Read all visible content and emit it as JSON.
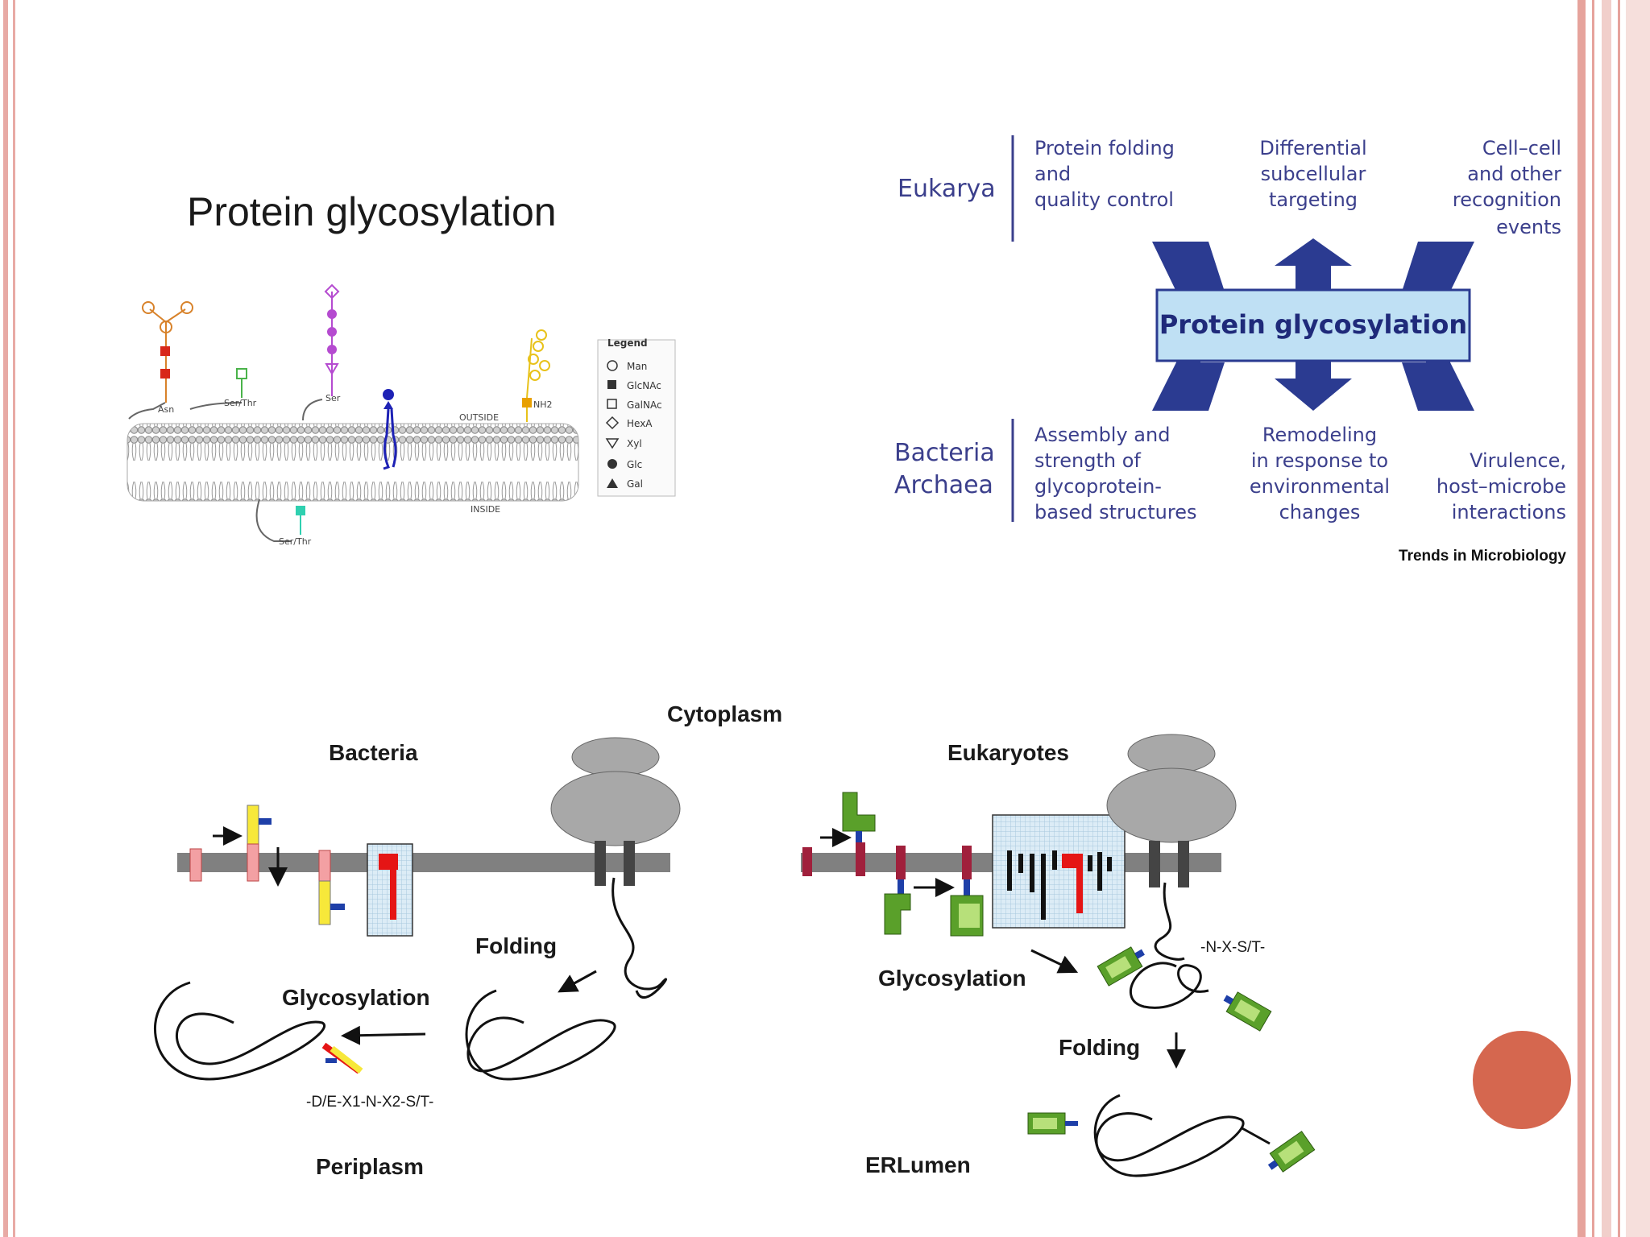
{
  "top_left": {
    "title": "Protein glycosylation",
    "membrane_outside": "OUTSIDE",
    "membrane_inside": "INSIDE",
    "residue_asn": "Asn",
    "residue_ser_thr": "Ser/Thr",
    "residue_ser": "Ser",
    "residue_nh2": "NH2",
    "legend_title": "Legend",
    "legend_items": [
      "Man",
      "GlcNAc",
      "GalNAc",
      "HexA",
      "Xyl",
      "Glc",
      "Gal"
    ]
  },
  "top_right": {
    "domain_eukarya": "Eukarya",
    "domain_bacteria": "Bacteria",
    "domain_archaea": "Archaea",
    "eukarya_functions": [
      [
        "Protein folding",
        "and",
        "quality control"
      ],
      [
        "Differential",
        "subcellular",
        "targeting"
      ],
      [
        "Cell–cell",
        "and other",
        "recognition",
        "events"
      ]
    ],
    "prokaryote_functions": [
      [
        "Assembly and",
        "strength of",
        "glycoprotein-",
        "based structures"
      ],
      [
        "Remodeling",
        "in response to",
        "environmental",
        "changes"
      ],
      [
        "Virulence,",
        "host–microbe",
        "interactions"
      ]
    ],
    "center_box": "Protein glycosylation",
    "credit": "Trends in Microbiology"
  },
  "bottom": {
    "cytoplasm": "Cytoplasm",
    "bacteria": "Bacteria",
    "eukaryotes": "Eukaryotes",
    "folding_left": "Folding",
    "glycosylation_left": "Glycosylation",
    "seq_left": "-D/E-X1-N-X2-S/T-",
    "periplasm": "Periplasm",
    "glycosylation_right": "Glycosylation",
    "seq_right": "-N-X-S/T-",
    "folding_right": "Folding",
    "er_lumen": "ERLumen"
  },
  "colors": {
    "arrow_blue": "#2b3b91",
    "box_fill": "#bfe0f4",
    "accent_dot": "#d5674f",
    "frame_pink": "#e6a39c"
  }
}
